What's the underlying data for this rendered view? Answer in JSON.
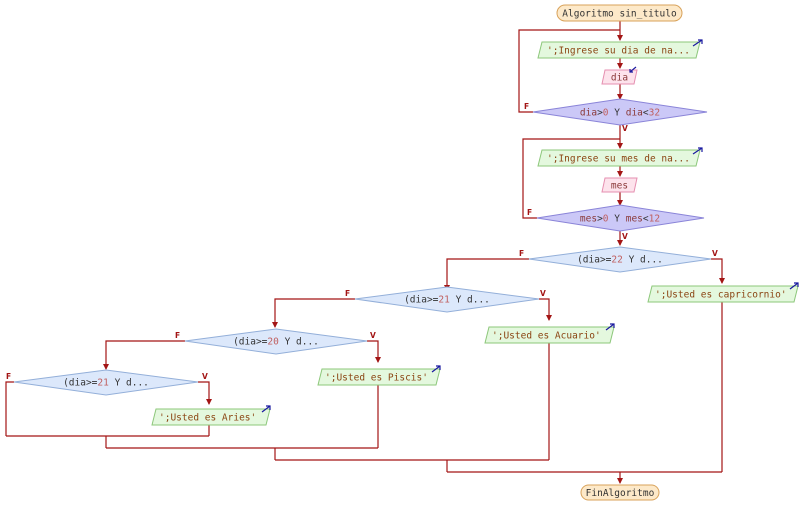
{
  "start": {
    "label": "Algoritmo sin_titulo"
  },
  "end": {
    "label": "FinAlgoritmo"
  },
  "loop1": {
    "prompt": "';Ingrese su dia de na...",
    "read_var": "dia",
    "cond_var1": "dia",
    "cond_op1": ">",
    "cond_num1": "0",
    "cond_and": "Y",
    "cond_var2": "dia",
    "cond_op2": "<",
    "cond_num2": "32"
  },
  "loop2": {
    "prompt": "';Ingrese su mes de na...",
    "read_var": "mes",
    "cond_var1": "mes",
    "cond_op1": ">",
    "cond_num1": "0",
    "cond_and": "Y",
    "cond_var2": "mes",
    "cond_op2": "<",
    "cond_num2": "12"
  },
  "decisions": [
    {
      "pre": "(dia>=",
      "num": "22",
      "post": " Y d..."
    },
    {
      "pre": "(dia>=",
      "num": "21",
      "post": " Y d..."
    },
    {
      "pre": "(dia>=",
      "num": "20",
      "post": " Y d..."
    },
    {
      "pre": "(dia>=",
      "num": "21",
      "post": " Y d..."
    }
  ],
  "outputs": [
    "';Usted es capricornio'",
    "';Usted es Acuario'",
    "';Usted es Piscis'",
    "';Usted es Aries'"
  ],
  "labels": {
    "false": "F",
    "true": "V"
  },
  "colors": {
    "terminal_fill": "#fde9c9",
    "terminal_stroke": "#d8a25a",
    "output_fill": "#e4f8de",
    "output_stroke": "#8cc77a",
    "input_fill": "#fde3ec",
    "input_stroke": "#e58fb0",
    "loop_cond_fill": "#cbc8f7",
    "loop_cond_stroke": "#8a84d8",
    "decision_fill": "#dce8fb",
    "decision_stroke": "#93afd9",
    "flow_line": "#a31515",
    "arrow_icon": "#1a1aa0"
  }
}
